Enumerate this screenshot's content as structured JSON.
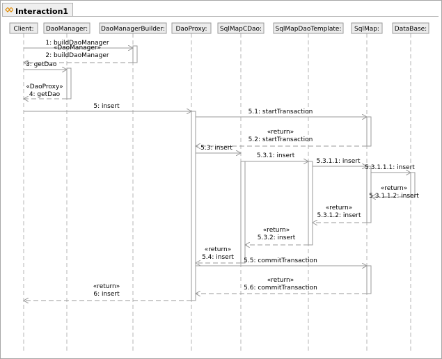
{
  "window": {
    "title": "Interaction1"
  },
  "lifelines": [
    {
      "id": "client",
      "label": "Client:"
    },
    {
      "id": "daomanager",
      "label": "DaoManager:"
    },
    {
      "id": "daomanagerbuilder",
      "label": "DaoManagerBuilder:"
    },
    {
      "id": "daoproxy",
      "label": "DaoProxy:"
    },
    {
      "id": "sqlmapcdao",
      "label": "SqlMapCDao:"
    },
    {
      "id": "sqlmapdaotemplate",
      "label": "SqlMapDaoTemplate:"
    },
    {
      "id": "sqlmap",
      "label": "SqlMap:"
    },
    {
      "id": "database",
      "label": "DataBase:"
    }
  ],
  "messages": [
    {
      "id": "m1",
      "lines": [
        "1: buildDaoManager"
      ],
      "from": "client",
      "to": "daomanagerbuilder",
      "kind": "call"
    },
    {
      "id": "m2",
      "lines": [
        "«DaoManager»",
        "2: buildDaoManager"
      ],
      "from": "daomanagerbuilder",
      "to": "client",
      "kind": "return"
    },
    {
      "id": "m3",
      "lines": [
        "3: getDao"
      ],
      "from": "client",
      "to": "daomanager",
      "kind": "call"
    },
    {
      "id": "m4",
      "lines": [
        "«DaoProxy»",
        "4: getDao"
      ],
      "from": "daomanager",
      "to": "client",
      "kind": "return"
    },
    {
      "id": "m5",
      "lines": [
        "5: insert"
      ],
      "from": "client",
      "to": "daoproxy",
      "kind": "call"
    },
    {
      "id": "m51",
      "lines": [
        "5.1: startTransaction"
      ],
      "from": "daoproxy",
      "to": "sqlmap",
      "kind": "call"
    },
    {
      "id": "m52",
      "lines": [
        "«return»",
        "5.2: startTransaction"
      ],
      "from": "sqlmap",
      "to": "daoproxy",
      "kind": "return"
    },
    {
      "id": "m53",
      "lines": [
        "5.3: insert"
      ],
      "from": "daoproxy",
      "to": "sqlmapcdao",
      "kind": "call"
    },
    {
      "id": "m531",
      "lines": [
        "5.3.1: insert"
      ],
      "from": "sqlmapcdao",
      "to": "sqlmapdaotemplate",
      "kind": "call"
    },
    {
      "id": "m5311",
      "lines": [
        "5.3.1.1: insert"
      ],
      "from": "sqlmapdaotemplate",
      "to": "sqlmap",
      "kind": "call"
    },
    {
      "id": "m53111",
      "lines": [
        "5.3.1.1.1: insert"
      ],
      "from": "sqlmap",
      "to": "database",
      "kind": "call"
    },
    {
      "id": "m53112",
      "lines": [
        "«return»",
        "5.3.1.1.2: insert"
      ],
      "from": "database",
      "to": "sqlmap",
      "kind": "return"
    },
    {
      "id": "m5312",
      "lines": [
        "«return»",
        "5.3.1.2: insert"
      ],
      "from": "sqlmap",
      "to": "sqlmapdaotemplate",
      "kind": "return"
    },
    {
      "id": "m532",
      "lines": [
        "«return»",
        "5.3.2: insert"
      ],
      "from": "sqlmapdaotemplate",
      "to": "sqlmapcdao",
      "kind": "return"
    },
    {
      "id": "m54",
      "lines": [
        "«return»",
        "5.4: insert"
      ],
      "from": "sqlmapcdao",
      "to": "daoproxy",
      "kind": "return"
    },
    {
      "id": "m55",
      "lines": [
        "5.5: commitTransaction"
      ],
      "from": "daoproxy",
      "to": "sqlmap",
      "kind": "call"
    },
    {
      "id": "m56",
      "lines": [
        "«return»",
        "5.6: commitTransaction"
      ],
      "from": "sqlmap",
      "to": "daoproxy",
      "kind": "return"
    },
    {
      "id": "m6",
      "lines": [
        "«return»",
        "6: insert"
      ],
      "from": "daoproxy",
      "to": "client",
      "kind": "return"
    }
  ],
  "colors": {
    "line": "#9a9a9a",
    "lifeline": "#b4b4b4",
    "header_fill": "#ececec",
    "header_border": "#9a9a9a",
    "activation_fill": "#ffffff",
    "text": "#000000",
    "icon": "#e08a00"
  }
}
